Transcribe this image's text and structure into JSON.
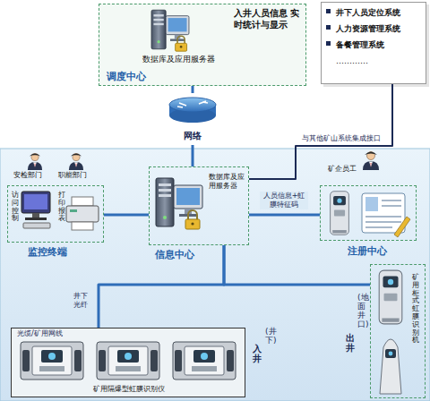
{
  "diagram": {
    "nodes": [
      {
        "text": [
          "数据库及应用服务器",
          "入井人员信息 实时统计与显示",
          "调度中心"
        ]
      },
      {
        "text": [
          "井下人员定位系统",
          "人力资源管理系统",
          "备餐管理系统",
          "…………"
        ]
      },
      {
        "text": [
          "网络"
        ]
      },
      {
        "text": [
          "安检部门",
          "职能部门",
          "访问控制",
          "打印报表",
          "监控终端"
        ]
      },
      {
        "text": [
          "数据库及应用服务器",
          "信息中心"
        ]
      },
      {
        "text": [
          "矿企员工",
          "注册中心"
        ]
      },
      {
        "text": [
          "矿用柜式虹膜识别机"
        ]
      },
      {
        "text": [
          "光缆/矿用网线",
          "矿用隔爆型虹膜识别仪"
        ]
      }
    ],
    "edges": [
      {
        "from": 0,
        "to": 2,
        "arrow": "none"
      },
      {
        "from": 2,
        "to": 4,
        "arrow": "none"
      },
      {
        "from": 1,
        "to": 4,
        "label": "与其他矿山系统集成接口",
        "arrow": "none"
      },
      {
        "from": 3,
        "to": 4,
        "arrow": "none"
      },
      {
        "from": 4,
        "to": 5,
        "label": "人员信息+虹膜特征码",
        "arrow": "none"
      },
      {
        "from": 4,
        "to": 7,
        "arrow": "none"
      },
      {
        "from": 4,
        "to": 6,
        "arrow": "none"
      }
    ],
    "labels": [
      "井下 光纤",
      "入井",
      "(井下)",
      "出井",
      "(地面井口)"
    ]
  }
}
